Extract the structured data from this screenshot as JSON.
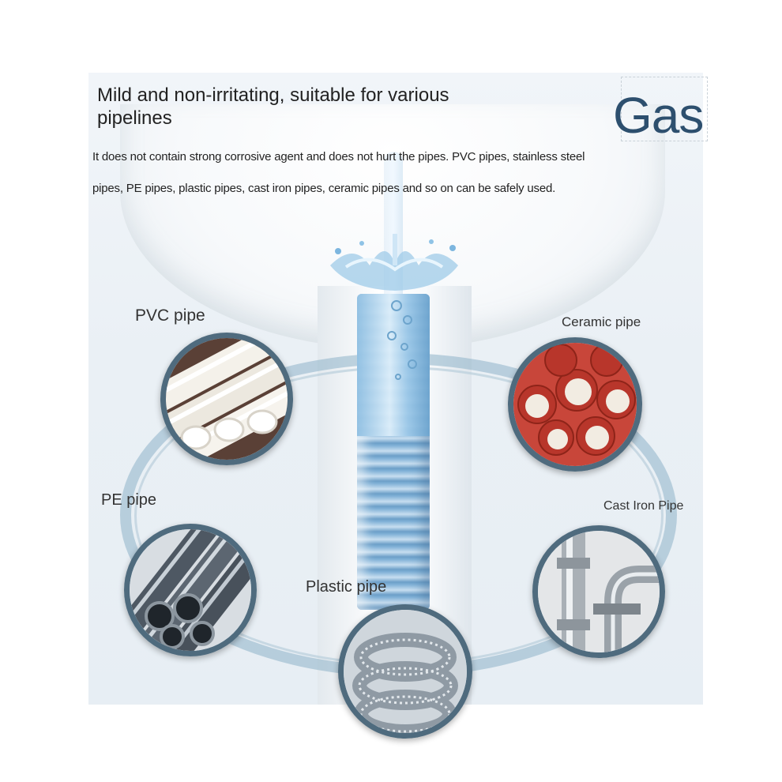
{
  "headline": "Mild and non-irritating, suitable for various pipelines",
  "brand": {
    "name": "Gas"
  },
  "description": {
    "line1": "It does not contain strong corrosive agent and does not hurt the pipes. PVC pipes, stainless steel",
    "line2": "pipes, PE pipes, plastic pipes, cast iron pipes, ceramic pipes and so on can be safely used."
  },
  "pipes": {
    "pvc": "PVC pipe",
    "ceramic": "Ceramic pipe",
    "pe": "PE pipe",
    "cast_iron": "Cast Iron Pipe",
    "plastic": "Plastic pipe"
  },
  "colors": {
    "ring": "#8eb3c8",
    "circle_border": "#4f6b7e",
    "water": "#7fb0d6",
    "brand_text": "#2d4f6e"
  },
  "icons": [
    "water-splash-icon",
    "pvc-pipe-photo",
    "ceramic-pipe-photo",
    "pe-pipe-photo",
    "cast-iron-pipe-photo",
    "plastic-pipe-photo"
  ]
}
